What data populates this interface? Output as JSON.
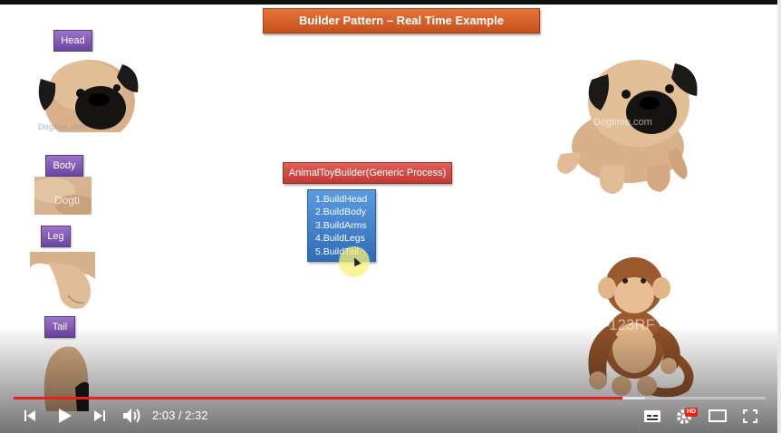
{
  "slide": {
    "title": "Builder Pattern – Real Time Example",
    "parts": [
      "Head",
      "Body",
      "Leg",
      "Tail"
    ],
    "builder_title": "AnimalToyBuilder(Generic Process)",
    "steps": [
      "1.BuildHead",
      "2.BuildBody",
      "3.BuildArms",
      "4.BuildLegs",
      "5.BuildTail"
    ],
    "watermarks": {
      "dog": "Dogtime.com",
      "monkey": "123RF",
      "body": "Dogti"
    }
  },
  "player": {
    "current_time": "2:03",
    "separator": " / ",
    "duration": "2:32",
    "progress_played": 0.81,
    "progress_loaded": 0.84,
    "hd_badge": "HD",
    "colors": {
      "played": "#e62117"
    }
  },
  "icons": [
    "previous-icon",
    "play-icon",
    "next-icon",
    "volume-icon",
    "subtitles-icon",
    "settings-icon",
    "miniplayer-icon",
    "fullscreen-icon"
  ]
}
